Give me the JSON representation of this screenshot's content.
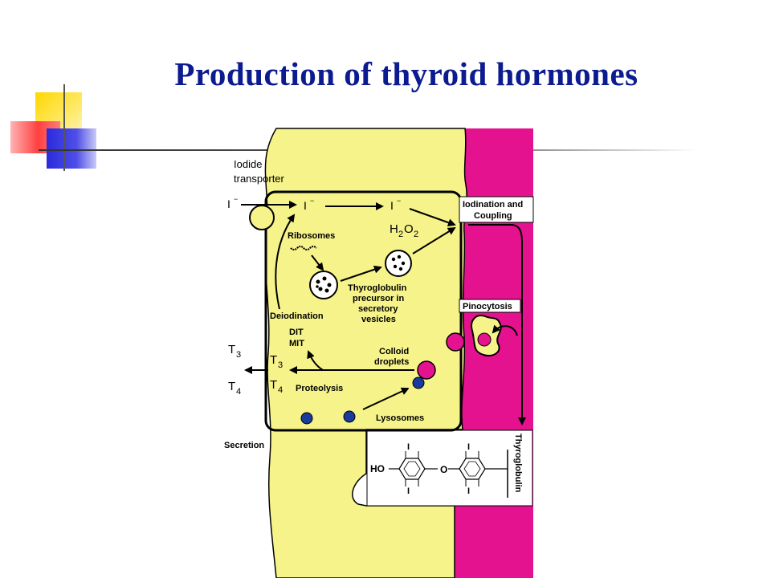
{
  "slide": {
    "title": "Production of thyroid hormones"
  },
  "diagram": {
    "iodide_transporter_line1": "Iodide",
    "iodide_transporter_line2": "transporter",
    "iodide_symbol": "I",
    "iodide_charge": "−",
    "h2o2_H": "H",
    "h2o2_2a": "2",
    "h2o2_O": "O",
    "h2o2_2b": "2",
    "iodination_line1": "Iodination and",
    "iodination_line2": "Coupling",
    "ribosomes": "Ribosomes",
    "thyroglobulin_precursor_1": "Thyroglobulin",
    "thyroglobulin_precursor_2": "precursor in",
    "thyroglobulin_precursor_3": "secretory",
    "thyroglobulin_precursor_4": "vesicles",
    "deiodination": "Deiodination",
    "pinocytosis": "Pinocytosis",
    "dit": "DIT",
    "mit": "MIT",
    "colloid_1": "Colloid",
    "colloid_2": "droplets",
    "t_letter": "T",
    "sub_3": "3",
    "sub_4": "4",
    "proteolysis": "Proteolysis",
    "lysosomes": "Lysosomes",
    "secretion": "Secretion",
    "thyroglobulin": "Thyroglobulin",
    "ho": "HO",
    "o": "O",
    "iodine_atom": "I"
  },
  "colors": {
    "title": "#0c1b8f",
    "cytoplasm_yellow": "#f6f38a",
    "colloid_magenta": "#e5128f",
    "lysosome_blue": "#1a3a9c"
  }
}
